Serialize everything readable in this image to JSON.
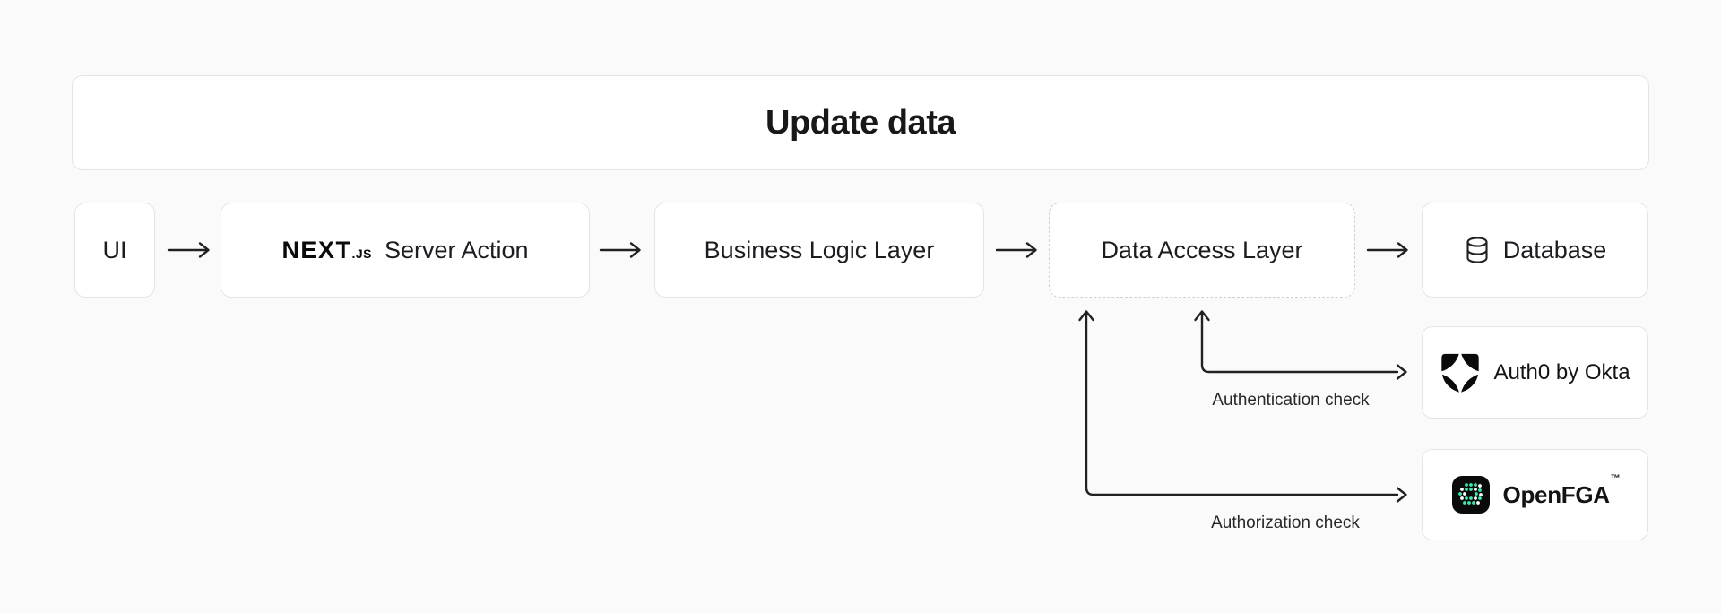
{
  "title": "Update data",
  "flow_nodes": {
    "ui": {
      "label": "UI"
    },
    "server_action": {
      "logo_main": "NEXT",
      "logo_suffix": ".JS",
      "label": "Server Action"
    },
    "business_logic": {
      "label": "Business Logic Layer"
    },
    "data_access": {
      "label": "Data Access Layer"
    },
    "database": {
      "label": "Database"
    }
  },
  "branches": {
    "authentication": {
      "label": "Authentication check",
      "target": "Auth0 by Okta"
    },
    "authorization": {
      "label": "Authorization check",
      "target": "OpenFGA",
      "trademark": "™"
    }
  },
  "icons": {
    "database": "database-cylinder-icon",
    "auth0": "auth0-shield-icon",
    "openfga": "openfga-dots-icon"
  },
  "colors": {
    "background": "#fafafa",
    "card_background": "#ffffff",
    "card_border": "#e4e4e7",
    "dashed_border": "#cfcfd4",
    "text": "#1c1d20",
    "arrow": "#212121",
    "openfga_teal": "#3be8b0",
    "logo_black": "#0a0a0a"
  }
}
